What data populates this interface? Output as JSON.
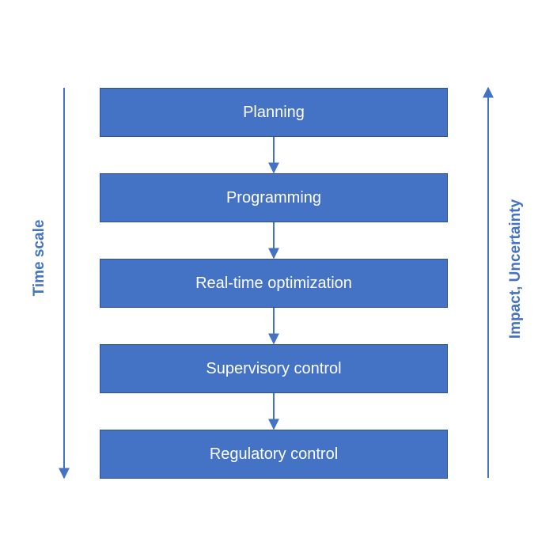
{
  "diagram": {
    "levels": [
      {
        "label": "Planning"
      },
      {
        "label": "Programming"
      },
      {
        "label": "Real-time optimization"
      },
      {
        "label": "Supervisory control"
      },
      {
        "label": "Regulatory control"
      }
    ],
    "left_axis_label": "Time scale",
    "right_axis_label": "Impact, Uncertainty",
    "colors": {
      "box_fill": "#4472c4",
      "box_border": "#2f528f",
      "text_on_box": "#ffffff",
      "arrow": "#4472c4"
    }
  }
}
